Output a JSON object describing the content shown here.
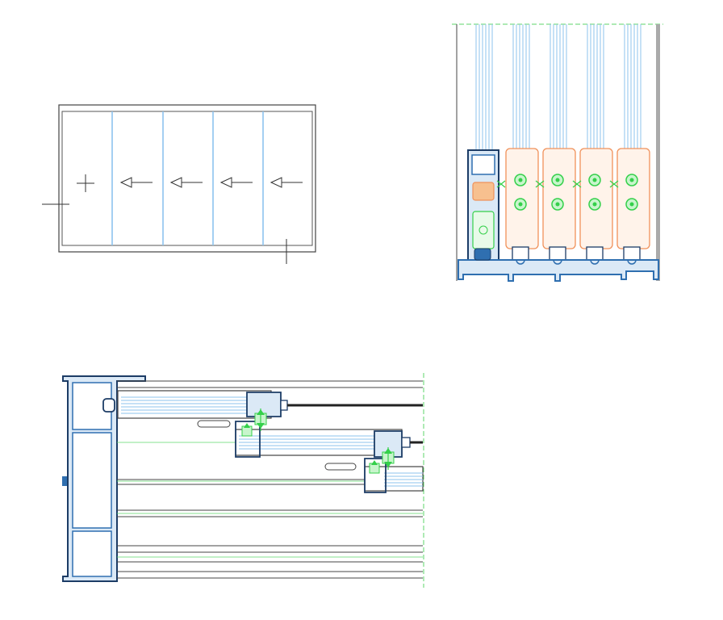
{
  "colors": {
    "outline": "#444444",
    "glass": "#8ec3ee",
    "glass_light": "#c4e0f7",
    "profile": "#2f6fb0",
    "profile_dark": "#1c3c66",
    "gasket": "#f0915a",
    "gasket_fill": "#fff3ea",
    "fixing": "#34d04a",
    "centerline": "#5ed66a",
    "grey": "#aaaaaa",
    "arrow": "#444444"
  },
  "elevation_view": {
    "panel_count": 5,
    "slide_direction": "left",
    "arrow_count": 4
  },
  "section_vertical": {
    "sash_panels": 4,
    "fixings_per_panel": 2
  },
  "section_horizontal": {
    "stepped_sashes": 3,
    "slot_count": 2
  }
}
